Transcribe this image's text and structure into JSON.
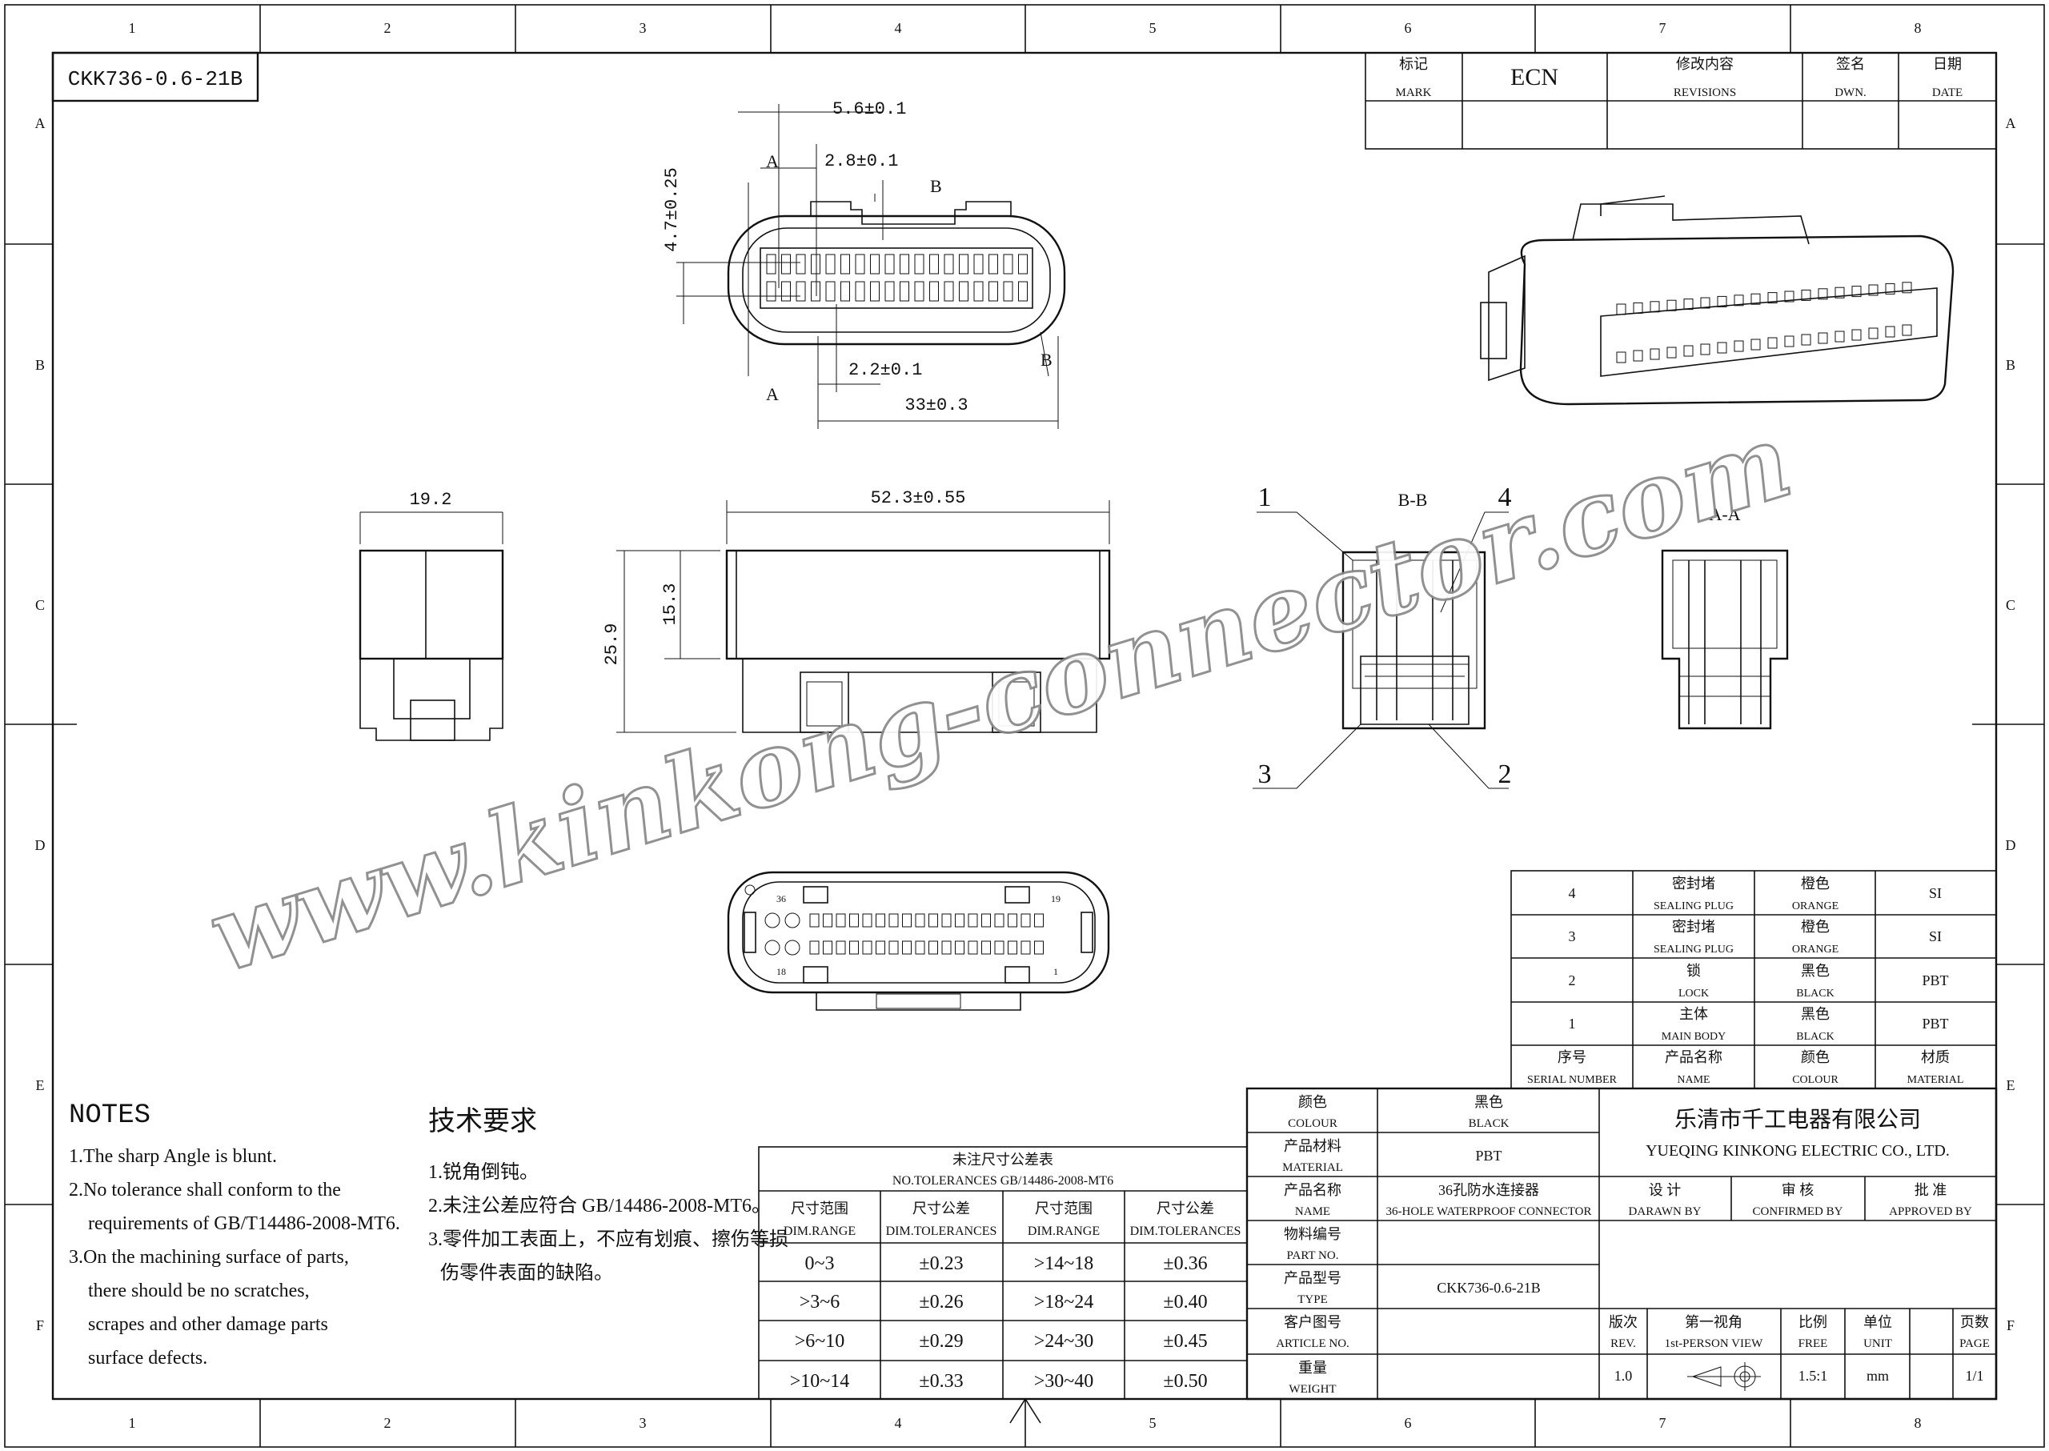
{
  "part_code": "CKK736-0.6-21B",
  "border": {
    "columns": [
      "1",
      "2",
      "3",
      "4",
      "5",
      "6",
      "7",
      "8"
    ],
    "rows": [
      "A",
      "B",
      "C",
      "D",
      "E",
      "F"
    ]
  },
  "revision_block": {
    "mark_cn": "标记",
    "mark_en": "MARK",
    "ecn": "ECN",
    "revisions_cn": "修改内容",
    "revisions_en": "REVISIONS",
    "dwn_cn": "签名",
    "dwn_en": "DWN.",
    "date_cn": "日期",
    "date_en": "DATE"
  },
  "dimensions": {
    "d1": "5.6±0.1",
    "d2": "2.8±0.1",
    "d3": "4.7±0.25",
    "d4": "2.2±0.1",
    "d5": "33±0.3",
    "d6": "19.2",
    "d7": "52.3±0.55",
    "d8": "15.3",
    "d9": "25.9",
    "sec_a": "A",
    "sec_b": "B"
  },
  "section_labels": {
    "bb": "B-B",
    "aa": "A-A",
    "c1": "1",
    "c2": "2",
    "c3": "3",
    "c4": "4"
  },
  "cavity_numbers": {
    "n36": "36",
    "n19": "19",
    "n18": "18",
    "n1": "1"
  },
  "watermark": "www.kinkong-connector.com",
  "bom": {
    "rows": [
      {
        "no": "4",
        "name_cn": "密封堵",
        "name_en": "SEALING PLUG",
        "colour_cn": "橙色",
        "colour_en": "ORANGE",
        "material": "SI"
      },
      {
        "no": "3",
        "name_cn": "密封堵",
        "name_en": "SEALING PLUG",
        "colour_cn": "橙色",
        "colour_en": "ORANGE",
        "material": "SI"
      },
      {
        "no": "2",
        "name_cn": "锁",
        "name_en": "LOCK",
        "colour_cn": "黑色",
        "colour_en": "BLACK",
        "material": "PBT"
      },
      {
        "no": "1",
        "name_cn": "主体",
        "name_en": "MAIN BODY",
        "colour_cn": "黑色",
        "colour_en": "BLACK",
        "material": "PBT"
      }
    ],
    "header": {
      "no_cn": "序号",
      "no_en": "SERIAL NUMBER",
      "name_cn": "产品名称",
      "name_en": "NAME",
      "colour_cn": "颜色",
      "colour_en": "COLOUR",
      "material_cn": "材质",
      "material_en": "MATERIAL"
    }
  },
  "notes": {
    "title": "NOTES",
    "lines": [
      "1.The sharp Angle is blunt.",
      "2.No tolerance shall conform to the",
      "requirements of GB/T14486-2008-MT6.",
      "3.On the machining surface of parts,",
      "there should be no scratches,",
      "scrapes and other damage parts",
      "surface defects."
    ]
  },
  "tech": {
    "title": "技术要求",
    "lines": [
      "1.锐角倒钝。",
      "2.未注公差应符合 GB/14486-2008-MT6。",
      "3.零件加工表面上，不应有划痕、擦伤等损",
      "伤零件表面的缺陷。"
    ]
  },
  "tolerance_table": {
    "title_cn": "未注尺寸公差表",
    "title_en": "NO.TOLERANCES GB/14486-2008-MT6",
    "headers": [
      {
        "cn": "尺寸范围",
        "en": "DIM.RANGE"
      },
      {
        "cn": "尺寸公差",
        "en": "DIM.TOLERANCES"
      },
      {
        "cn": "尺寸范围",
        "en": "DIM.RANGE"
      },
      {
        "cn": "尺寸公差",
        "en": "DIM.TOLERANCES"
      }
    ],
    "rows": [
      [
        "0~3",
        "±0.23",
        ">14~18",
        "±0.36"
      ],
      [
        ">3~6",
        "±0.26",
        ">18~24",
        "±0.40"
      ],
      [
        ">6~10",
        "±0.29",
        ">24~30",
        "±0.45"
      ],
      [
        ">10~14",
        "±0.33",
        ">30~40",
        "±0.50"
      ]
    ]
  },
  "title_block": {
    "colour_cn": "颜色",
    "colour_en": "COLOUR",
    "colour_val_cn": "黑色",
    "colour_val_en": "BLACK",
    "material_cn": "产品材料",
    "material_en": "MATERIAL",
    "material_val": "PBT",
    "name_cn": "产品名称",
    "name_en": "NAME",
    "name_val_cn": "36孔防水连接器",
    "name_val_en": "36-HOLE WATERPROOF CONNECTOR",
    "partno_cn": "物料编号",
    "partno_en": "PART NO.",
    "type_cn": "产品型号",
    "type_en": "TYPE",
    "type_val": "CKK736-0.6-21B",
    "article_cn": "客户图号",
    "article_en": "ARTICLE NO.",
    "weight_cn": "重量",
    "weight_en": "WEIGHT",
    "company_cn": "乐清市千工电器有限公司",
    "company_en": "YUEQING KINKONG ELECTRIC CO., LTD.",
    "design_cn": "设 计",
    "design_en": "DARAWN BY",
    "confirm_cn": "审 核",
    "confirm_en": "CONFIRMED BY",
    "approve_cn": "批 准",
    "approve_en": "APPROVED BY",
    "rev_cn": "版次",
    "rev_en": "REV.",
    "rev_val": "1.0",
    "view_cn": "第一视角",
    "view_en": "1st-PERSON VIEW",
    "scale_cn": "比例",
    "scale_en": "FREE",
    "scale_val": "1.5:1",
    "unit_cn": "单位",
    "unit_en": "UNIT",
    "unit_val": "mm",
    "page_cn": "页数",
    "page_en": "PAGE",
    "page_val": "1/1"
  }
}
